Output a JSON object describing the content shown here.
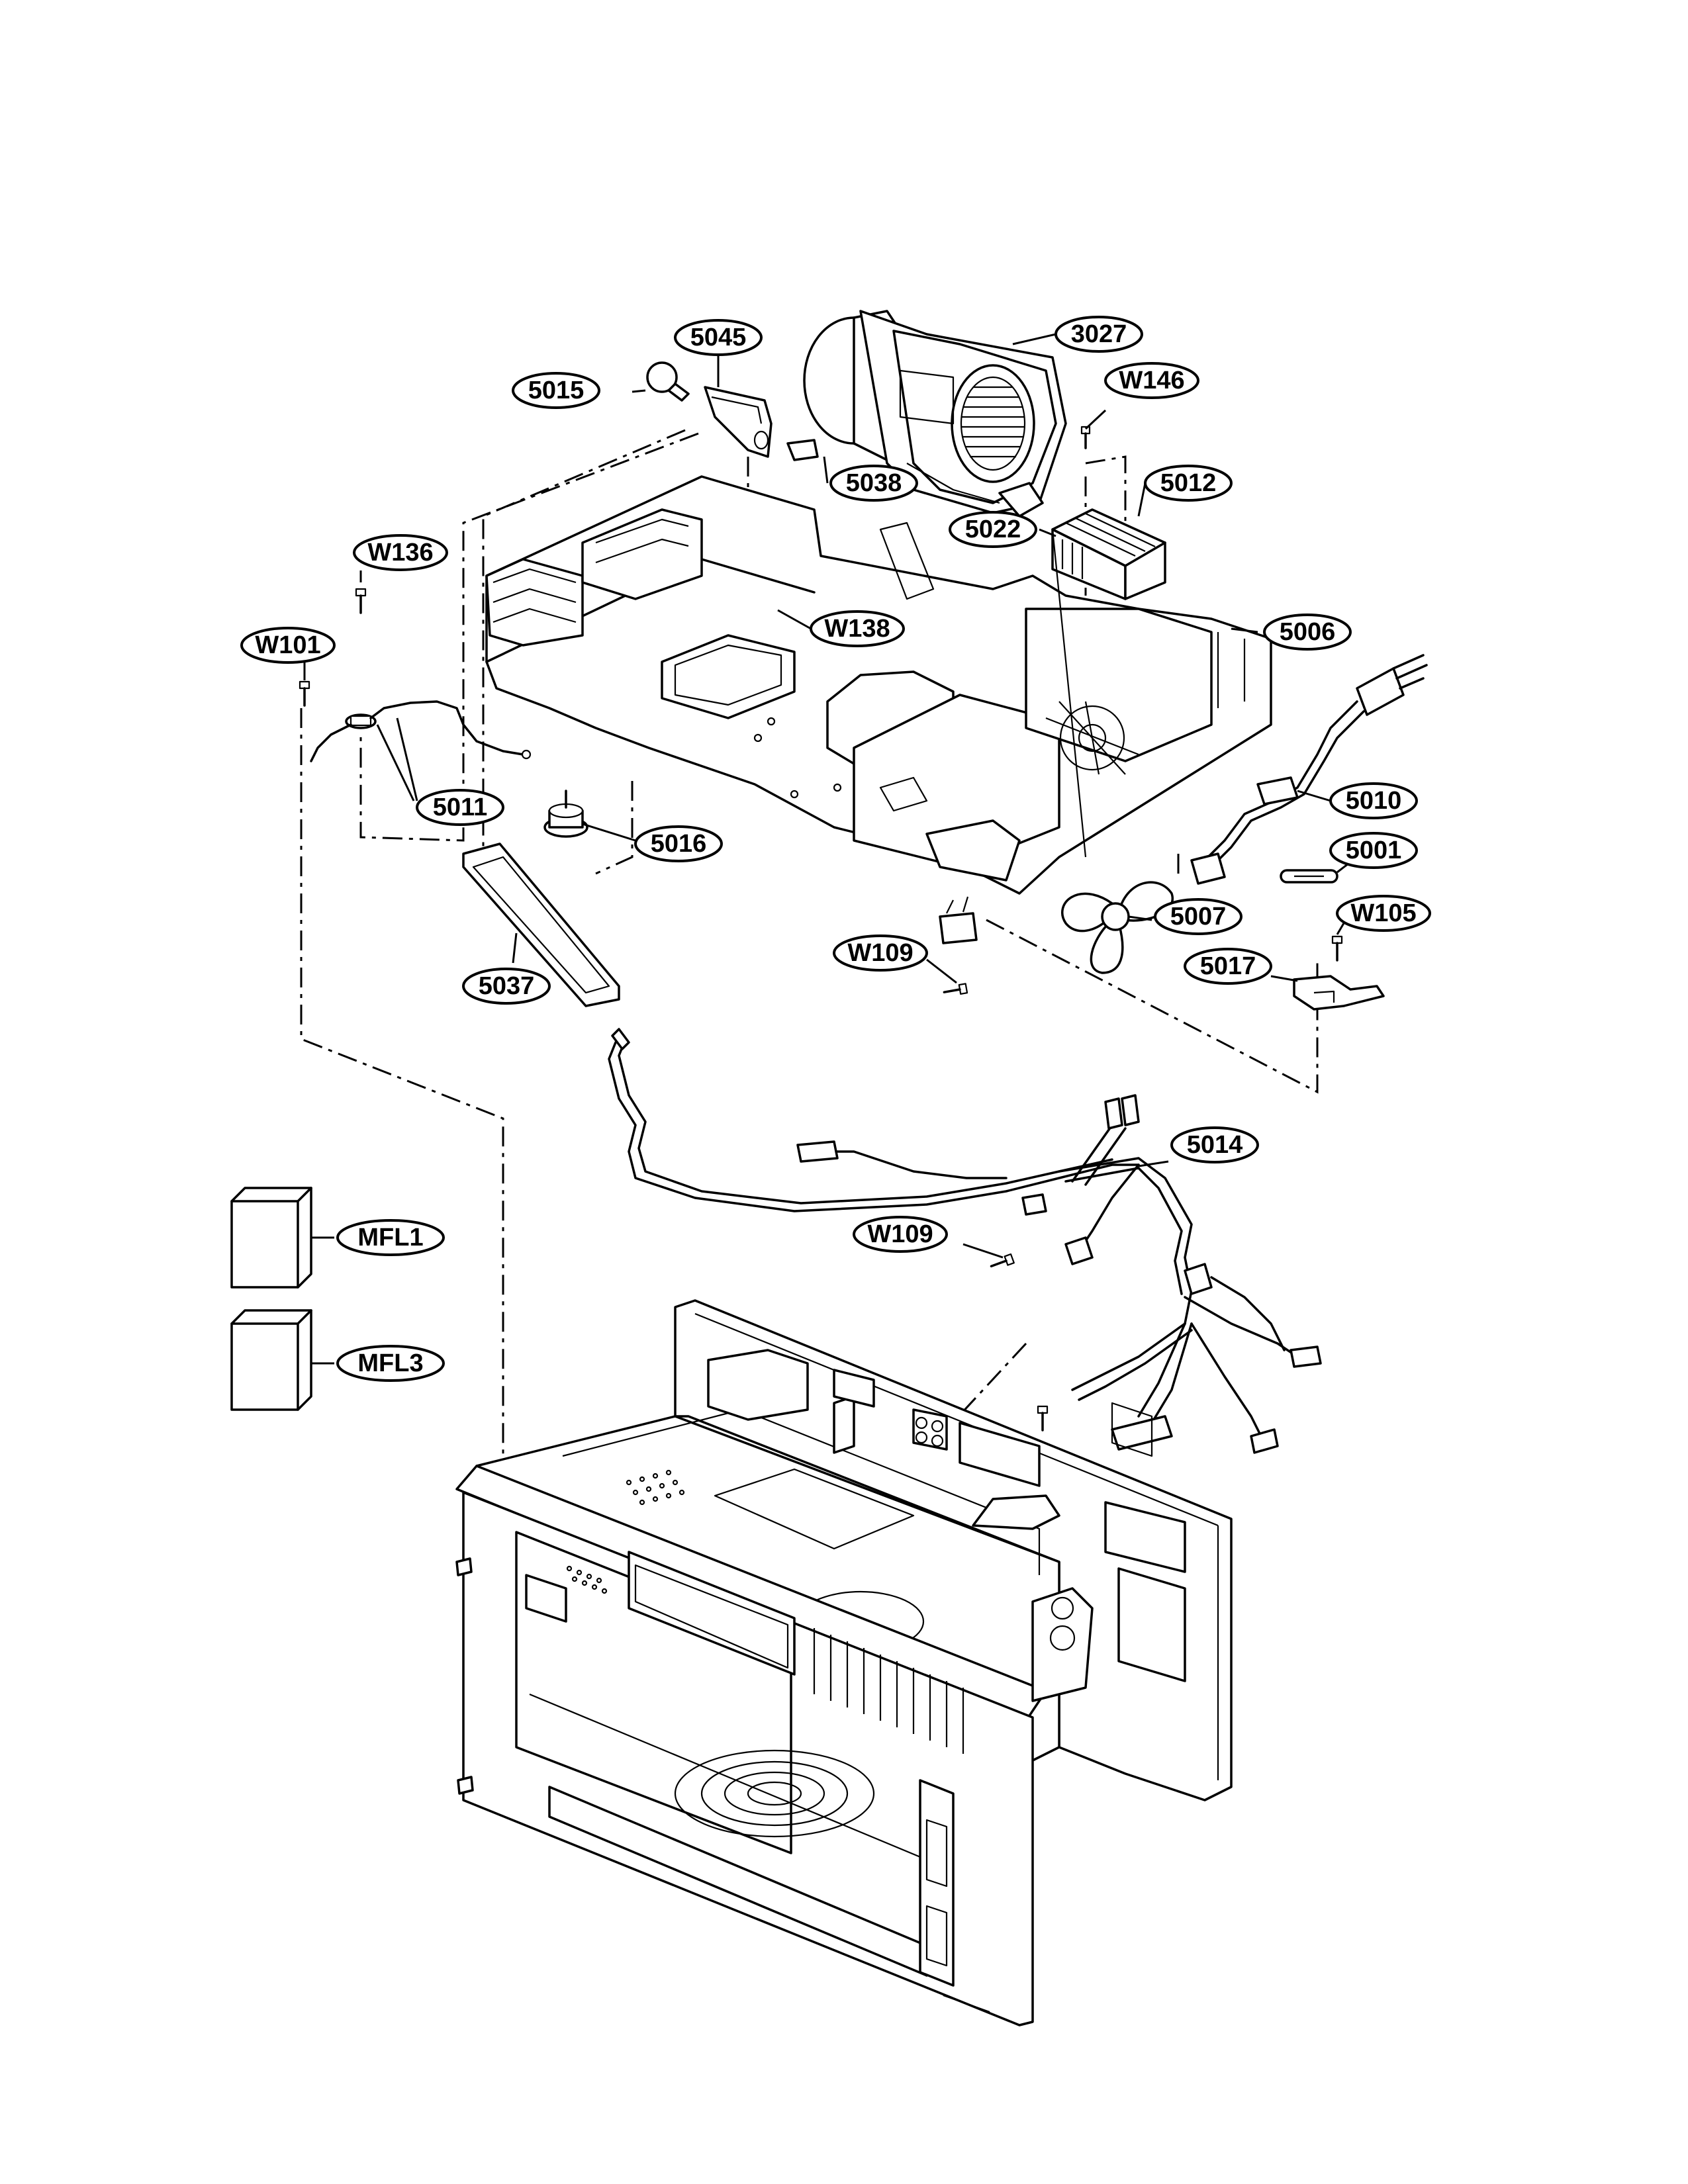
{
  "labels": {
    "p5045": "5045",
    "p3027": "3027",
    "p5015": "5015",
    "pW146": "W146",
    "p5038": "5038",
    "p5012": "5012",
    "p5022": "5022",
    "pW136": "W136",
    "pW138": "W138",
    "p5006": "5006",
    "pW101": "W101",
    "p5011": "5011",
    "p5010": "5010",
    "p5016": "5016",
    "p5001": "5001",
    "p5007": "5007",
    "pW105": "W105",
    "pW109a": "W109",
    "p5017": "5017",
    "p5037": "5037",
    "p5014": "5014",
    "pW109b": "W109",
    "pMFL1": "MFL1",
    "pMFL3": "MFL3"
  },
  "icons": {
    "blower": "blower-motor-icon",
    "lamp": "lamp-bulb-icon",
    "screw": "screw-icon",
    "plug": "power-cord-plug-icon",
    "fan": "fan-blade-icon",
    "filter": "filter-icon",
    "manual": "manual-booklet-icon",
    "cavity": "oven-cavity-icon",
    "harness": "wire-harness-icon"
  }
}
